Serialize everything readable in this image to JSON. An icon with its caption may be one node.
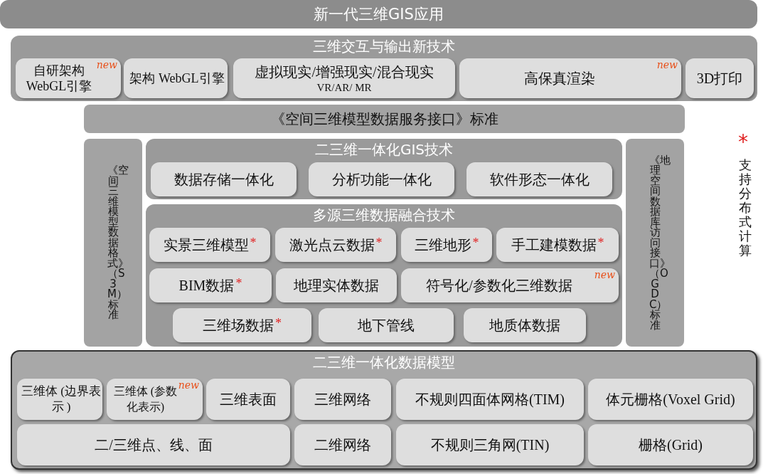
{
  "diagram": {
    "nodes": [
      {
        "text": [
          "新一代三维GIS应用"
        ]
      },
      {
        "text": [
          "三维交互与输出新技术"
        ]
      },
      {
        "text": [
          "自研架构 WebGL引擎",
          "new"
        ],
        "in": 1
      },
      {
        "text": [
          "架构 WebGL引擎"
        ],
        "in": 1
      },
      {
        "text": [
          "虚拟现实/增强现实/混合现实",
          "VR/AR/ MR"
        ],
        "in": 1
      },
      {
        "text": [
          "高保真渲染",
          "new"
        ],
        "in": 1
      },
      {
        "text": [
          "3D打印"
        ],
        "in": 1
      },
      {
        "text": [
          "《空间三维模型数据服务接口》标准"
        ]
      },
      {
        "text": [
          "《空间三维模型数据格式》（S3M）标准"
        ]
      },
      {
        "text": [
          "二三维一体化GIS技术"
        ]
      },
      {
        "text": [
          "数据存储一体化"
        ],
        "in": 9
      },
      {
        "text": [
          "分析功能一体化"
        ],
        "in": 9
      },
      {
        "text": [
          "软件形态一体化"
        ],
        "in": 9
      },
      {
        "text": [
          "多源三维数据融合技术"
        ]
      },
      {
        "text": [
          "实景三维模型",
          "*"
        ],
        "in": 13
      },
      {
        "text": [
          "激光点云数据",
          "*"
        ],
        "in": 13
      },
      {
        "text": [
          "三维地形",
          "*"
        ],
        "in": 13
      },
      {
        "text": [
          "手工建模数据",
          "*"
        ],
        "in": 13
      },
      {
        "text": [
          "BIM数据",
          "*"
        ],
        "in": 13
      },
      {
        "text": [
          "地理实体数据"
        ],
        "in": 13
      },
      {
        "text": [
          "符号化/参数化三维数据",
          "new"
        ],
        "in": 13
      },
      {
        "text": [
          "三维场数据",
          "*"
        ],
        "in": 13
      },
      {
        "text": [
          "地下管线"
        ],
        "in": 13
      },
      {
        "text": [
          "地质体数据"
        ],
        "in": 13
      },
      {
        "text": [
          "《地理空间数据库访问接口》（OGDC）标准"
        ]
      },
      {
        "text": [
          "二三维一体化数据模型"
        ]
      },
      {
        "text": [
          "三维体 (边界表示 )"
        ],
        "in": 25
      },
      {
        "text": [
          "三维体 (参数化表示)",
          "new"
        ],
        "in": 25
      },
      {
        "text": [
          "三维表面"
        ],
        "in": 25
      },
      {
        "text": [
          "三维网络"
        ],
        "in": 25
      },
      {
        "text": [
          "不规则四面体网格(TIM)"
        ],
        "in": 25
      },
      {
        "text": [
          "体元栅格(Voxel Grid)"
        ],
        "in": 25
      },
      {
        "text": [
          "二/三维点、线、面"
        ],
        "in": 25
      },
      {
        "text": [
          "二维网络"
        ],
        "in": 25
      },
      {
        "text": [
          "不规则三角网(TIN)"
        ],
        "in": 25
      },
      {
        "text": [
          "栅格(Grid)"
        ],
        "in": 25
      }
    ],
    "labels": [
      "*"
    ],
    "legend": [
      {
        "text": "支持分布式计算"
      }
    ]
  }
}
